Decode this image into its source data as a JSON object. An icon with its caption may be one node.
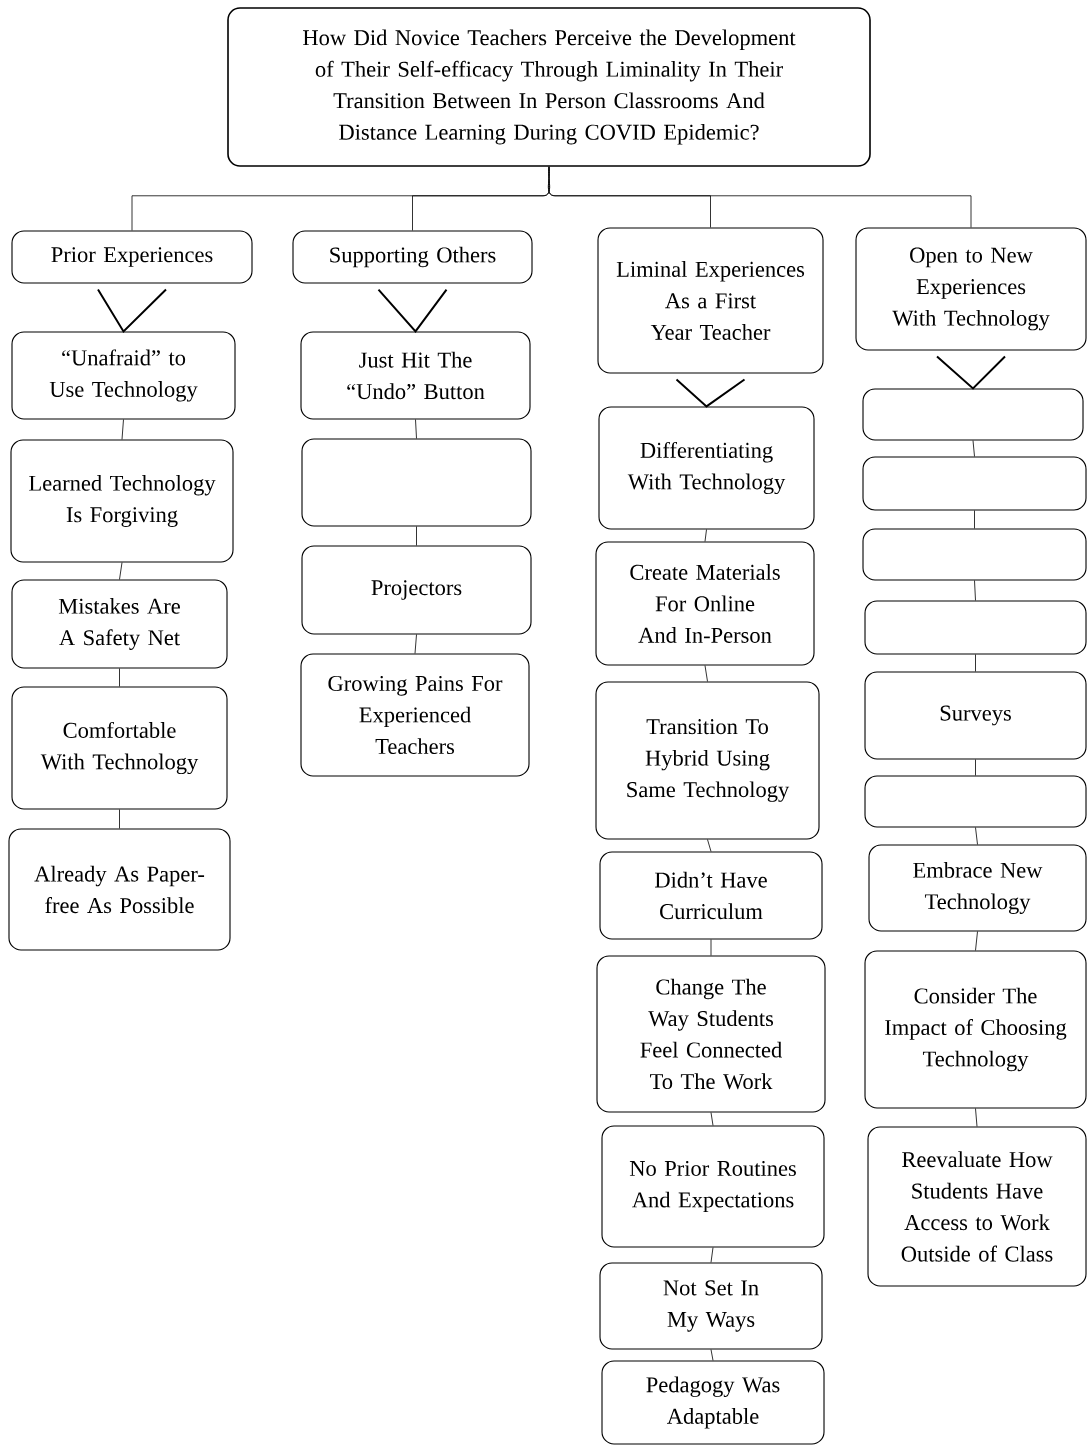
{
  "diagram": {
    "nodes": [
      {
        "text": [
          "How Did Novice Teachers Perceive the Development of Their Self-efficacy Through Liminality In Their Transition Between In Person Classrooms And Distance Learning During COVID Epidemic?"
        ]
      },
      {
        "text": [
          "Prior Experiences"
        ]
      },
      {
        "text": [
          "Supporting Others"
        ]
      },
      {
        "text": [
          "Liminal Experiences As a First Year Teacher"
        ]
      },
      {
        "text": [
          "Open to New Experiences With Technology"
        ]
      },
      {
        "text": [
          "“Unafraid” to Use Technology"
        ]
      },
      {
        "text": [
          "Learned Technology Is Forgiving"
        ]
      },
      {
        "text": [
          "Mistakes Are A Safety Net"
        ]
      },
      {
        "text": [
          "Comfortable With Technology"
        ]
      },
      {
        "text": [
          "Already As Paper-free As Possible"
        ]
      },
      {
        "text": [
          "Just Hit The “Undo” Button"
        ]
      },
      {
        "text": [],
        "shape": "box"
      },
      {
        "text": [
          "Projectors"
        ]
      },
      {
        "text": [
          "Growing Pains For Experienced Teachers"
        ]
      },
      {
        "text": [
          "Differentiating With Technology"
        ]
      },
      {
        "text": [
          "Create Materials For Online And In-Person"
        ]
      },
      {
        "text": [
          "Transition To Hybrid Using Same Technology"
        ]
      },
      {
        "text": [
          "Didn’t Have Curriculum"
        ]
      },
      {
        "text": [
          "Change The Way Students Feel Connected To The Work"
        ]
      },
      {
        "text": [
          "No Prior Routines And Expectations"
        ]
      },
      {
        "text": [
          "Not Set In My Ways"
        ]
      },
      {
        "text": [
          "Pedagogy Was Adaptable"
        ]
      },
      {
        "text": [],
        "shape": "box"
      },
      {
        "text": [],
        "shape": "box"
      },
      {
        "text": [],
        "shape": "box"
      },
      {
        "text": [],
        "shape": "box"
      },
      {
        "text": [
          "Surveys"
        ]
      },
      {
        "text": [],
        "shape": "box"
      },
      {
        "text": [
          "Embrace New Technology"
        ]
      },
      {
        "text": [
          "Consider The Impact of Choosing Technology"
        ]
      },
      {
        "text": [
          "Reevaluate How Students Have Access to Work Outside of Class"
        ]
      }
    ],
    "edges": [
      {
        "from": 0,
        "to": 1,
        "arrow": "none"
      },
      {
        "from": 0,
        "to": 2,
        "arrow": "none"
      },
      {
        "from": 0,
        "to": 3,
        "arrow": "none"
      },
      {
        "from": 0,
        "to": 4,
        "arrow": "none"
      },
      {
        "from": 1,
        "to": 5,
        "arrow": "to"
      },
      {
        "from": 5,
        "to": 6,
        "arrow": "none"
      },
      {
        "from": 6,
        "to": 7,
        "arrow": "none"
      },
      {
        "from": 7,
        "to": 8,
        "arrow": "none"
      },
      {
        "from": 8,
        "to": 9,
        "arrow": "none"
      },
      {
        "from": 2,
        "to": 10,
        "arrow": "to"
      },
      {
        "from": 10,
        "to": 11,
        "arrow": "none"
      },
      {
        "from": 11,
        "to": 12,
        "arrow": "none"
      },
      {
        "from": 12,
        "to": 13,
        "arrow": "none"
      },
      {
        "from": 3,
        "to": 14,
        "arrow": "to"
      },
      {
        "from": 14,
        "to": 15,
        "arrow": "none"
      },
      {
        "from": 15,
        "to": 16,
        "arrow": "none"
      },
      {
        "from": 16,
        "to": 17,
        "arrow": "none"
      },
      {
        "from": 17,
        "to": 18,
        "arrow": "none"
      },
      {
        "from": 18,
        "to": 19,
        "arrow": "none"
      },
      {
        "from": 19,
        "to": 20,
        "arrow": "none"
      },
      {
        "from": 20,
        "to": 21,
        "arrow": "none"
      },
      {
        "from": 4,
        "to": 22,
        "arrow": "to"
      },
      {
        "from": 22,
        "to": 23,
        "arrow": "none"
      },
      {
        "from": 23,
        "to": 24,
        "arrow": "none"
      },
      {
        "from": 24,
        "to": 25,
        "arrow": "none"
      },
      {
        "from": 25,
        "to": 26,
        "arrow": "none"
      },
      {
        "from": 26,
        "to": 27,
        "arrow": "none"
      },
      {
        "from": 27,
        "to": 28,
        "arrow": "none"
      },
      {
        "from": 28,
        "to": 29,
        "arrow": "none"
      },
      {
        "from": 29,
        "to": 30,
        "arrow": "none"
      }
    ]
  }
}
